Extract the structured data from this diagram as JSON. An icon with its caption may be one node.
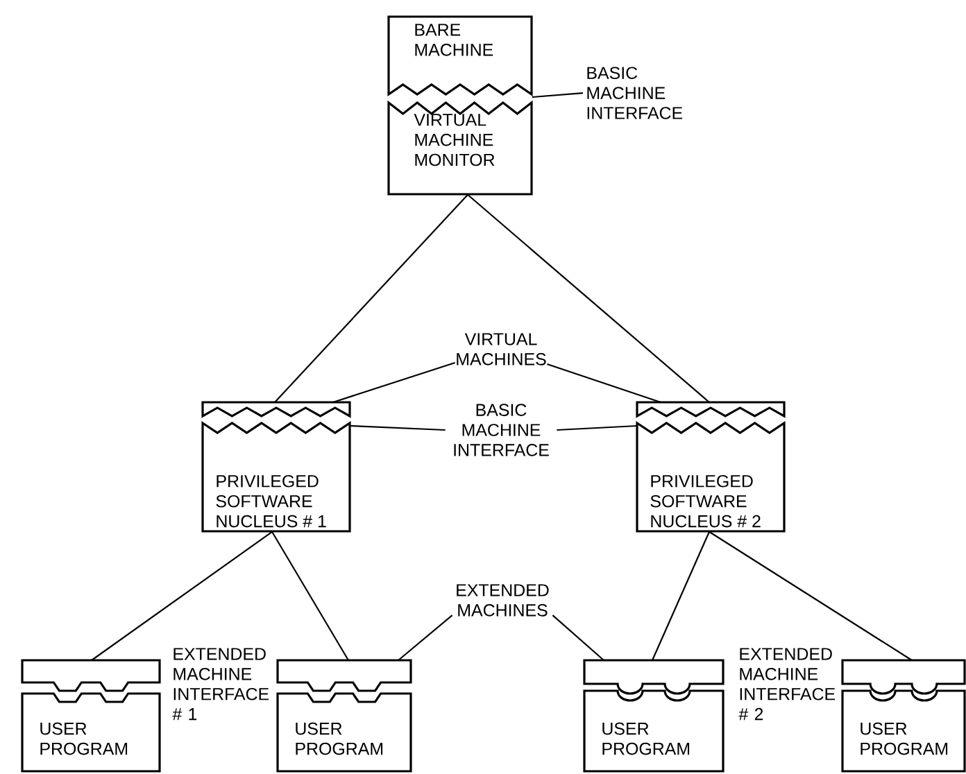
{
  "diagram": {
    "nodes": [
      {
        "text": [
          "BARE MACHINE",
          "VIRTUAL MACHINE MONITOR"
        ]
      },
      {
        "text": [
          "BASIC MACHINE INTERFACE"
        ]
      },
      {
        "text": [
          "VIRTUAL MACHINES"
        ]
      },
      {
        "text": [
          "PRIVILEGED SOFTWARE NUCLEUS # 1"
        ]
      },
      {
        "text": [
          "BASIC MACHINE INTERFACE"
        ]
      },
      {
        "text": [
          "PRIVILEGED SOFTWARE NUCLEUS # 2"
        ]
      },
      {
        "text": [
          "EXTENDED MACHINES"
        ]
      },
      {
        "text": [
          "USER PROGRAM"
        ]
      },
      {
        "text": [
          "EXTENDED MACHINE INTERFACE # 1"
        ]
      },
      {
        "text": [
          "USER PROGRAM"
        ]
      },
      {
        "text": [
          "USER PROGRAM"
        ]
      },
      {
        "text": [
          "EXTENDED MACHINE INTERFACE # 2"
        ]
      },
      {
        "text": [
          "USER PROGRAM"
        ]
      }
    ],
    "edges": [
      {
        "from": 0,
        "to": 3,
        "arrow": "none"
      },
      {
        "from": 0,
        "to": 5,
        "arrow": "none"
      },
      {
        "from": 1,
        "to": 0,
        "arrow": "none"
      },
      {
        "from": 2,
        "to": 3,
        "arrow": "none"
      },
      {
        "from": 2,
        "to": 5,
        "arrow": "none"
      },
      {
        "from": 4,
        "to": 3,
        "arrow": "none"
      },
      {
        "from": 4,
        "to": 5,
        "arrow": "none"
      },
      {
        "from": 3,
        "to": 7,
        "arrow": "none"
      },
      {
        "from": 3,
        "to": 9,
        "arrow": "none"
      },
      {
        "from": 6,
        "to": 9,
        "arrow": "none"
      },
      {
        "from": 6,
        "to": 10,
        "arrow": "none"
      },
      {
        "from": 5,
        "to": 10,
        "arrow": "none"
      },
      {
        "from": 5,
        "to": 12,
        "arrow": "none"
      }
    ]
  }
}
